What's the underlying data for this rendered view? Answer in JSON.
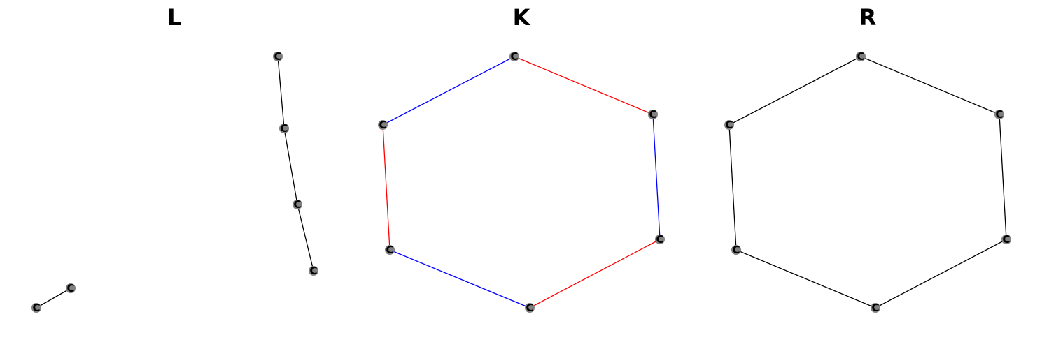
{
  "panels": [
    {
      "title": "L",
      "atoms": [
        "C",
        "C",
        "C",
        "C",
        "C",
        "C"
      ],
      "bonds": [
        {
          "from": 0,
          "to": 1,
          "color": "#000000"
        },
        {
          "from": 2,
          "to": 3,
          "color": "#000000"
        },
        {
          "from": 3,
          "to": 4,
          "color": "#000000"
        },
        {
          "from": 4,
          "to": 5,
          "color": "#000000"
        }
      ]
    },
    {
      "title": "K",
      "atoms": [
        "C",
        "C",
        "C",
        "C",
        "C",
        "C"
      ],
      "bonds": [
        {
          "from": 0,
          "to": 1,
          "color": "#ff0000"
        },
        {
          "from": 1,
          "to": 2,
          "color": "#0000ff"
        },
        {
          "from": 2,
          "to": 3,
          "color": "#ff0000"
        },
        {
          "from": 3,
          "to": 4,
          "color": "#0000ff"
        },
        {
          "from": 4,
          "to": 5,
          "color": "#ff0000"
        },
        {
          "from": 5,
          "to": 0,
          "color": "#0000ff"
        }
      ]
    },
    {
      "title": "R",
      "atoms": [
        "C",
        "C",
        "C",
        "C",
        "C",
        "C"
      ],
      "bonds": [
        {
          "from": 0,
          "to": 1,
          "color": "#000000"
        },
        {
          "from": 1,
          "to": 2,
          "color": "#000000"
        },
        {
          "from": 2,
          "to": 3,
          "color": "#000000"
        },
        {
          "from": 3,
          "to": 4,
          "color": "#000000"
        },
        {
          "from": 4,
          "to": 5,
          "color": "#000000"
        },
        {
          "from": 5,
          "to": 0,
          "color": "#000000"
        }
      ]
    }
  ],
  "node_color": "#808080"
}
